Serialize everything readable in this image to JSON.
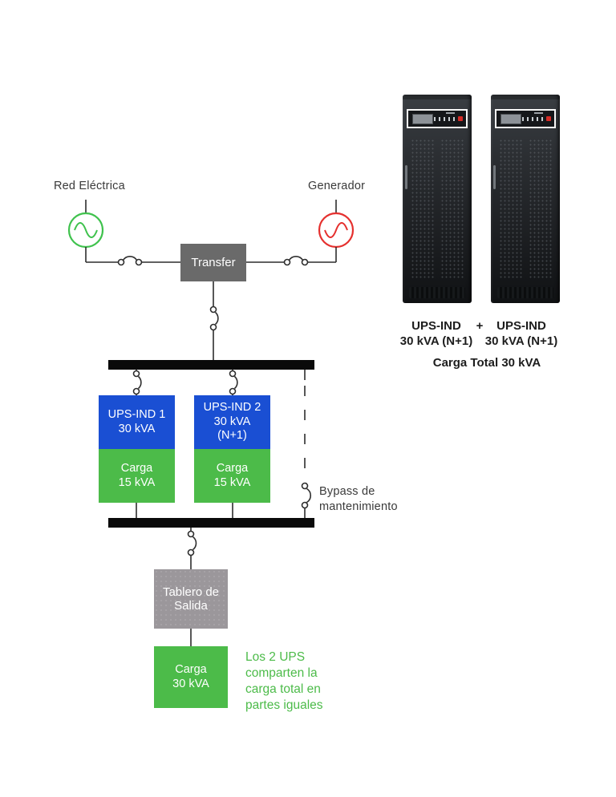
{
  "colors": {
    "ups_blue": "#1a4fd3",
    "load_green": "#4cbb49",
    "grid_green": "#3fc24d",
    "generator_red": "#e5302e",
    "transfer_gray": "#6a6a6a",
    "output_panel_gray": "#9b979b",
    "wire": "#2d2d2d",
    "bus_bar": "#0a0a0a"
  },
  "diagram": {
    "grid": {
      "label": "Red Eléctrica"
    },
    "generator": {
      "label": "Generador"
    },
    "transfer": {
      "label": "Transfer"
    },
    "ups_units": [
      {
        "title": "UPS-IND 1\n30 kVA",
        "load": "Carga\n15 kVA"
      },
      {
        "title": "UPS-IND 2\n30 kVA\n(N+1)",
        "load": "Carga\n15 kVA"
      }
    ],
    "bypass": {
      "label": "Bypass de\nmantenimiento"
    },
    "output_panel": {
      "label": "Tablero de\nSalida"
    },
    "total_load": {
      "label": "Carga\n30 kVA"
    },
    "note": "Los 2 UPS\ncomparten la\ncarga total en\npartes iguales"
  },
  "product": {
    "towers": [
      {
        "label": "UPS-IND\n30 kVA (N+1)"
      },
      {
        "label": "UPS-IND\n30 kVA (N+1)"
      }
    ],
    "plus": "+",
    "total": "Carga Total 30 kVA"
  }
}
